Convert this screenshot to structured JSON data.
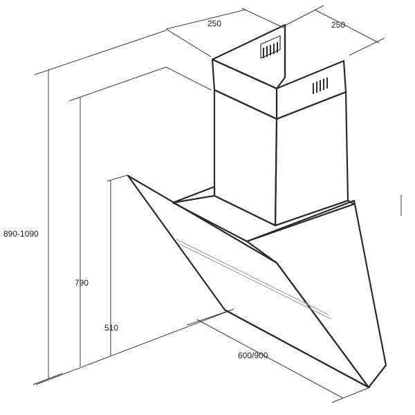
{
  "dimensions": {
    "chimney_width": "250",
    "chimney_depth": "250",
    "total_height_range": "890-1090",
    "chimney_height": "790",
    "canopy_height": "510",
    "hood_width": "600/900"
  },
  "colors": {
    "line": "#2a2a2a",
    "dimension_line": "#3a3a3a",
    "glass": "#9a9a9a",
    "background": "#ffffff"
  }
}
